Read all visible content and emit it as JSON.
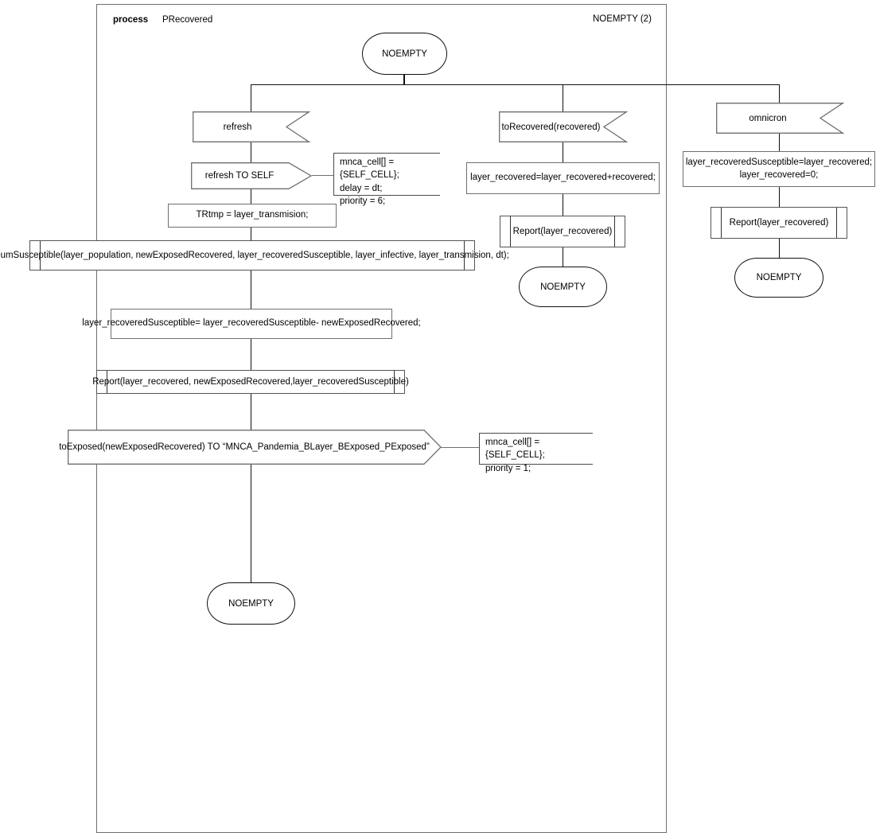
{
  "diagram": {
    "kind": "sdl-process-diagram",
    "frame": {
      "keyword": "process",
      "name": "PRecovered"
    },
    "page_label": "NOEMPTY (2)"
  },
  "states": {
    "start": "NOEMPTY",
    "end_left": "NOEMPTY",
    "end_middle": "NOEMPTY",
    "end_right": "NOEMPTY"
  },
  "branches": {
    "left": {
      "input": "refresh",
      "output_self": "refresh TO SELF",
      "comment_self": "mnca_cell[] = {SELF_CELL};\ndelay = dt;\npriority = 6;",
      "task_trtmp": "TRtmp  = layer_transmision;",
      "proc_numsusceptible": "numSusceptible(layer_population, newExposedRecovered, layer_recoveredSusceptible, layer_infective, layer_transmision, dt);",
      "task_recsusc": "layer_recoveredSusceptible= layer_recoveredSusceptible- newExposedRecovered;",
      "proc_report": "Report(layer_recovered, newExposedRecovered,layer_recoveredSusceptible)",
      "output_exposed": "toExposed(newExposedRecovered) TO “MNCA_Pandemia_BLayer_BExposed_PExposed”",
      "comment_exposed": "mnca_cell[] = {SELF_CELL};\npriority = 1;"
    },
    "middle": {
      "input": "toRecovered(recovered)",
      "task": "layer_recovered=layer_recovered+recovered;",
      "proc_report": "Report(layer_recovered)"
    },
    "right": {
      "input": "omnicron",
      "task": "layer_recoveredSusceptible=layer_recovered;\nlayer_recovered=0;",
      "proc_report": "Report(layer_recovered)"
    }
  },
  "colors": {
    "line": "#111111",
    "symbol_border": "#6f6f6f",
    "frame_border": "#6f6f6f",
    "background": "#ffffff"
  }
}
